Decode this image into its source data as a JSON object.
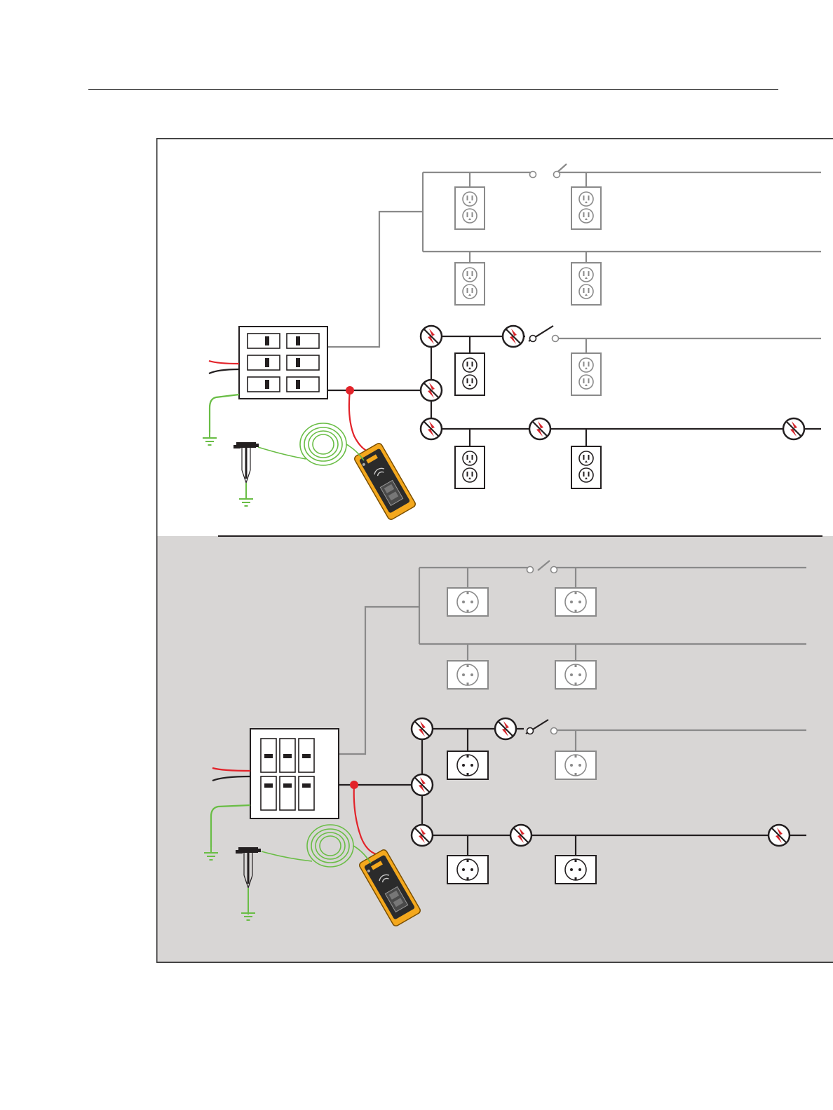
{
  "document": {
    "header_rule": true
  },
  "figure": {
    "panels": [
      {
        "id": "us",
        "background": "#ffffff",
        "outlet_style": "duplex-nema-outlet",
        "breaker_rows": 3,
        "breaker_cols": 2,
        "breaker_layout": "horizontal"
      },
      {
        "id": "eu",
        "background": "#d8d6d5",
        "outlet_style": "schuko-outlet",
        "breaker_rows": 2,
        "breaker_cols": 3,
        "breaker_layout": "vertical"
      }
    ],
    "colors": {
      "hot_wire": "#e2232a",
      "neutral_wire": "#231f20",
      "ground_wire": "#69bd45",
      "inactive_wire": "#8a8a8a",
      "active_wire": "#231f20",
      "tester_body": "#f4a81d",
      "tester_face": "#2b2b2b",
      "interference_icon": "#d7262c",
      "frame_border": "#333333"
    },
    "icons": [
      "breaker-panel-icon",
      "outlet-icon",
      "light-switch-icon",
      "electrical-noise-icon",
      "ground-stake-icon",
      "ground-symbol-icon",
      "cable-tracer-transmitter-icon",
      "coiled-test-lead-icon"
    ]
  }
}
